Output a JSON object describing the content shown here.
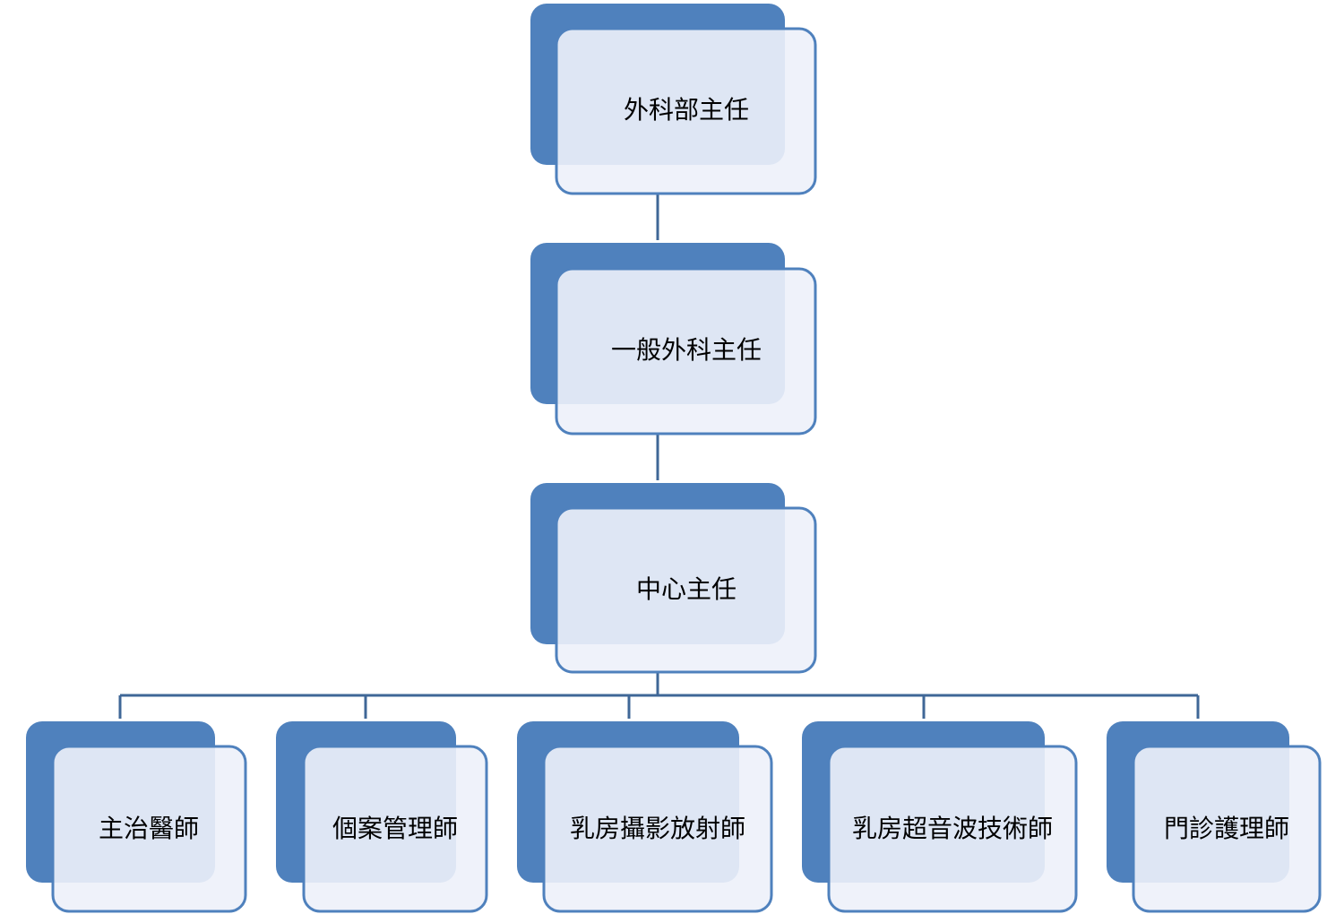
{
  "colors": {
    "shadow_fill": "#4f81bd",
    "card_fill": "#edf1f9",
    "card_stroke": "#4f81bd",
    "connector": "#3f6797",
    "text": "#000000"
  },
  "nodes": {
    "surgery_director": {
      "label": "外科部主任"
    },
    "general_surgery_director": {
      "label": "一般外科主任"
    },
    "center_director": {
      "label": "中心主任"
    },
    "attending_physician": {
      "label": "主治醫師"
    },
    "case_manager": {
      "label": "個案管理師"
    },
    "mammography_radiographer": {
      "label": "乳房攝影放射師"
    },
    "breast_ultrasound_technician": {
      "label": "乳房超音波技術師"
    },
    "clinic_nurse": {
      "label": "門診護理師"
    }
  }
}
